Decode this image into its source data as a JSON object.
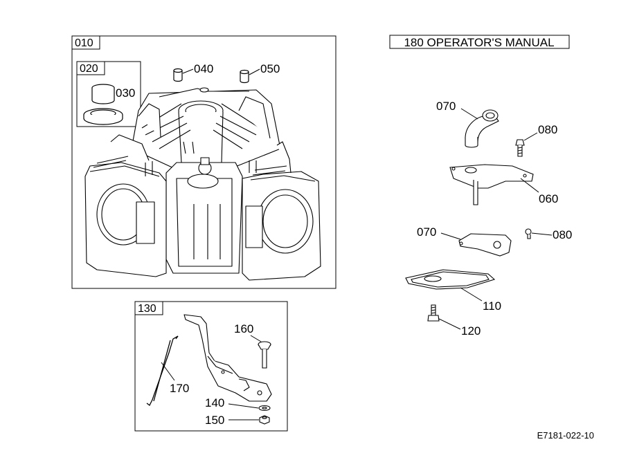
{
  "group_010": {
    "box_label": "010"
  },
  "group_020": {
    "box_label": "020"
  },
  "group_130": {
    "box_label": "130"
  },
  "manual_box": {
    "label": "180 OPERATOR'S MANUAL"
  },
  "callouts": {
    "p030": "030",
    "p040": "040",
    "p050": "050",
    "p060": "060",
    "p070a": "070",
    "p070b": "070",
    "p080a": "080",
    "p080b": "080",
    "p110": "110",
    "p120": "120",
    "p140": "140",
    "p150": "150",
    "p160": "160",
    "p170": "170"
  },
  "reference_code": "E7181-022-10"
}
